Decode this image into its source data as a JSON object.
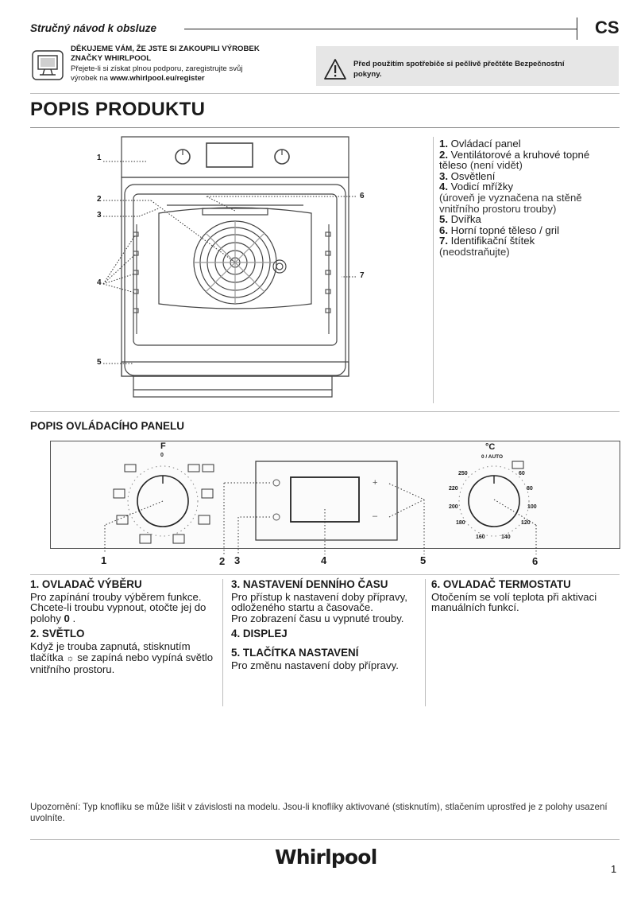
{
  "header": {
    "title": "Stručný návod k obsluze",
    "lang": "CS"
  },
  "register": {
    "line1": "DĚKUJEME VÁM, ŽE JSTE SI ZAKOUPILI VÝROBEK",
    "line2": "ZNAČKY WHIRLPOOL",
    "line3": "Přejete-li si získat plnou podporu, zaregistrujte svůj",
    "line4_prefix": "výrobek na ",
    "line4_url": "www.whirlpool.eu/register"
  },
  "safety": {
    "line1": "Před použitím spotřebiče si pečlivě přečtěte Bezpečnostní",
    "line2": "pokyny."
  },
  "section1": {
    "title": "POPIS PRODUKTU"
  },
  "oven_callouts": [
    "1",
    "2",
    "3",
    "4",
    "5",
    "6",
    "7"
  ],
  "parts": [
    {
      "num": "1.",
      "text": "Ovládací panel",
      "note": ""
    },
    {
      "num": "2.",
      "text": "Ventilátorové a kruhové topné",
      "text2": "těleso",
      "note": " (není vidět)"
    },
    {
      "num": "3.",
      "text": "Osvětlení",
      "note": ""
    },
    {
      "num": "4.",
      "text": "Vodicí mřížky",
      "note": "(úroveň je vyznačena na stěně vnitřního prostoru trouby)"
    },
    {
      "num": "5.",
      "text": "Dvířka",
      "note": ""
    },
    {
      "num": "6.",
      "text": "Horní topné těleso / gril",
      "note": ""
    },
    {
      "num": "7.",
      "text": "Identifikační štítek",
      "note": "(neodstraňujte)"
    }
  ],
  "section2": {
    "title": "POPIS OVLÁDACÍHO PANELU"
  },
  "panel": {
    "selector_top": "F",
    "selector_zero": "0",
    "thermo_unit": "°C",
    "thermo_top": "0 / AUTO",
    "thermo_scale": [
      "60",
      "80",
      "100",
      "120",
      "140",
      "160",
      "180",
      "200",
      "220",
      "250"
    ],
    "plus": "+",
    "minus": "–",
    "callouts": [
      "1",
      "2",
      "3",
      "4",
      "5",
      "6"
    ]
  },
  "descriptions": {
    "c1": {
      "h1": "1. OVLADAČ VÝBĚRU",
      "p1": "Pro zapínání trouby výběrem funkce.",
      "p2": "Chcete-li troubu vypnout, otočte jej do polohy",
      "p2_symbol": "0",
      "h2": "2. SVĚTLO",
      "p3a": "Když je trouba zapnutá, stisknutím tlačítka",
      "p3b": "se zapíná nebo vypíná světlo vnitřního prostoru."
    },
    "c2": {
      "h1": "3. NASTAVENÍ DENNÍHO ČASU",
      "p1": "Pro přístup k nastavení doby přípravy, odloženého startu a časovače.",
      "p2": "Pro zobrazení času u vypnuté trouby.",
      "h2": "4. DISPLEJ",
      "h3": "5. TLAČÍTKA NASTAVENÍ",
      "p3": "Pro změnu nastavení doby přípravy."
    },
    "c3": {
      "h1": "6. OVLADAČ TERMOSTATU",
      "p1": "Otočením se volí teplota při aktivaci manuálních funkcí."
    }
  },
  "footer": {
    "note": "Upozornění: Typ knoflíku se může lišit v závislosti na modelu. Jsou-li knoflíky aktivované (stisknutím), stlačením uprostřed je z polohy usazení uvolníte.",
    "brand": "Whirlpool",
    "page": "1"
  }
}
